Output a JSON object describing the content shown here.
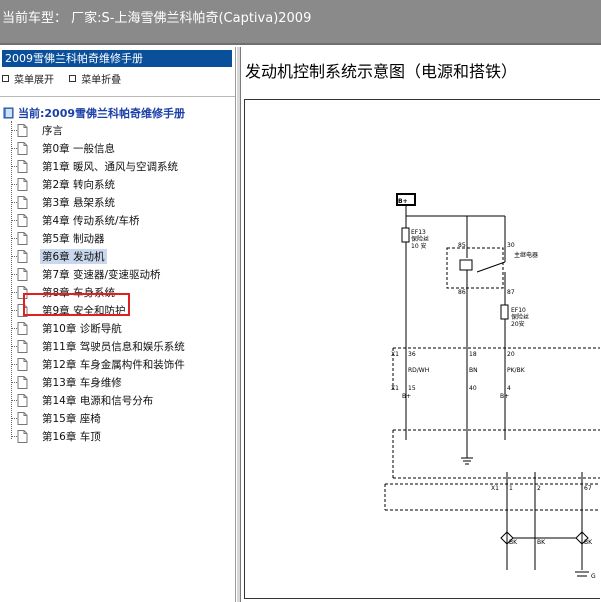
{
  "header": {
    "vehicle_label": "当前车型： 厂家:S-上海雪佛兰科帕奇(Captiva)2009"
  },
  "sidebar": {
    "manual_title": "2009雪佛兰科帕奇维修手册",
    "expand_label": "菜单展开",
    "collapse_label": "菜单折叠",
    "root_label": "当前:2009雪佛兰科帕奇维修手册",
    "items": [
      {
        "label": "序言"
      },
      {
        "label": "第0章 一般信息"
      },
      {
        "label": "第1章 暖风、通风与空调系统"
      },
      {
        "label": "第2章 转向系统"
      },
      {
        "label": "第3章 悬架系统"
      },
      {
        "label": "第4章 传动系统/车桥"
      },
      {
        "label": "第5章 制动器"
      },
      {
        "label": "第6章 发动机",
        "selected": true
      },
      {
        "label": "第7章 变速器/变速驱动桥"
      },
      {
        "label": "第8章 车身系统"
      },
      {
        "label": "第9章 安全和防护"
      },
      {
        "label": "第10章 诊断导航"
      },
      {
        "label": "第11章 驾驶员信息和娱乐系统"
      },
      {
        "label": "第12章 车身金属构件和装饰件"
      },
      {
        "label": "第13章 车身维修"
      },
      {
        "label": "第14章 电源和信号分布"
      },
      {
        "label": "第15章 座椅"
      },
      {
        "label": "第16章 车顶"
      }
    ]
  },
  "main": {
    "title": "发动机控制系统示意图（电源和搭铁）",
    "diagram": {
      "battery": "B+",
      "fuse_ef13": [
        "EF13",
        "保险丝",
        "10 安"
      ],
      "relay": "主继电器",
      "fuse_ef10": [
        "EF10",
        "保险丝",
        "20安"
      ],
      "pins": {
        "p85": "85",
        "p30": "30",
        "p86": "86",
        "p87": "87",
        "p36": "36",
        "p18": "18",
        "p20": "20",
        "p15": "15",
        "p40": "40",
        "p4": "4",
        "c1": "1",
        "c2": "2",
        "c67": "67"
      },
      "connectors": {
        "x1_top": "X1",
        "x1_mid": "X1",
        "x1_low": "X1"
      },
      "wires": {
        "rdwh": "RD/WH",
        "bn": "BN",
        "pkbk": "PK/BK",
        "bk1": "BK",
        "bk2": "BK",
        "bk3": "BK"
      },
      "bplus": {
        "b1": "B+",
        "b2": "B+"
      },
      "ground": "G"
    }
  }
}
